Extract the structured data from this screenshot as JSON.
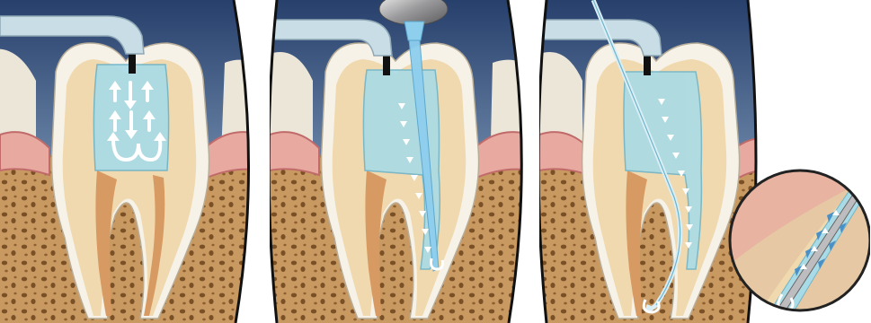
{
  "panels": [
    {
      "name": "irrigation-in-pulp-chamber",
      "flow": "swirl"
    },
    {
      "name": "irrigation-with-needle",
      "flow": "down-canal"
    },
    {
      "name": "irrigation-with-cannula",
      "flow": "down-and-up"
    }
  ],
  "colors": {
    "sky_top": "#27406c",
    "sky_bottom": "#9bb0c8",
    "enamel": "#f6f2e8",
    "dentin": "#f0d9ae",
    "pulp": "#d79a63",
    "gum": "#e8a9a0",
    "gum_dark": "#c06b6a",
    "bone": "#c99962",
    "bone_pore": "#7a5026",
    "irrigant": "#a9dbe6",
    "irrigant_edge": "#6fb4c8",
    "arrow": "#ffffff",
    "arrow_blue": "#7ec8e8",
    "instrument_glass": "#c9dde6",
    "needle": "#8ecfee",
    "metal": "#b9b9bb"
  },
  "icons": {
    "handpiece": "irrigation-tip-icon",
    "syringe": "syringe-needle-icon",
    "cannula": "micro-cannula-icon",
    "magnifier": "magnified-inset-icon"
  }
}
